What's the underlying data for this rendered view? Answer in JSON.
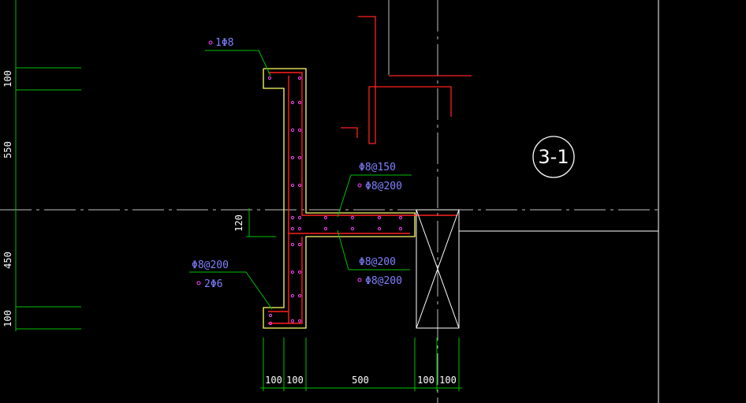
{
  "colors": {
    "background": "#000000",
    "dimension": "#00c000",
    "outline": "#ffff66",
    "rebar": "#ff2020",
    "stirrup_dot": "#ff40ff",
    "axis": "#c0c0c0",
    "label": "#8080ff",
    "text": "#ffffff"
  },
  "annotations": {
    "top_bar": "1Φ8",
    "mid_top_1": "Φ8@150",
    "mid_top_2": "Φ8@200",
    "mid_bottom_1": "Φ8@200",
    "mid_bottom_2": "Φ8@200",
    "bottom_left_1": "Φ8@200",
    "bottom_left_2": "2Φ6"
  },
  "section_mark": "3-1",
  "dimensions": {
    "left_vertical": [
      "100",
      "550",
      "450",
      "100"
    ],
    "slab_thickness": "120",
    "bottom_horizontal": [
      "100",
      "100",
      "500",
      "100",
      "100"
    ]
  }
}
